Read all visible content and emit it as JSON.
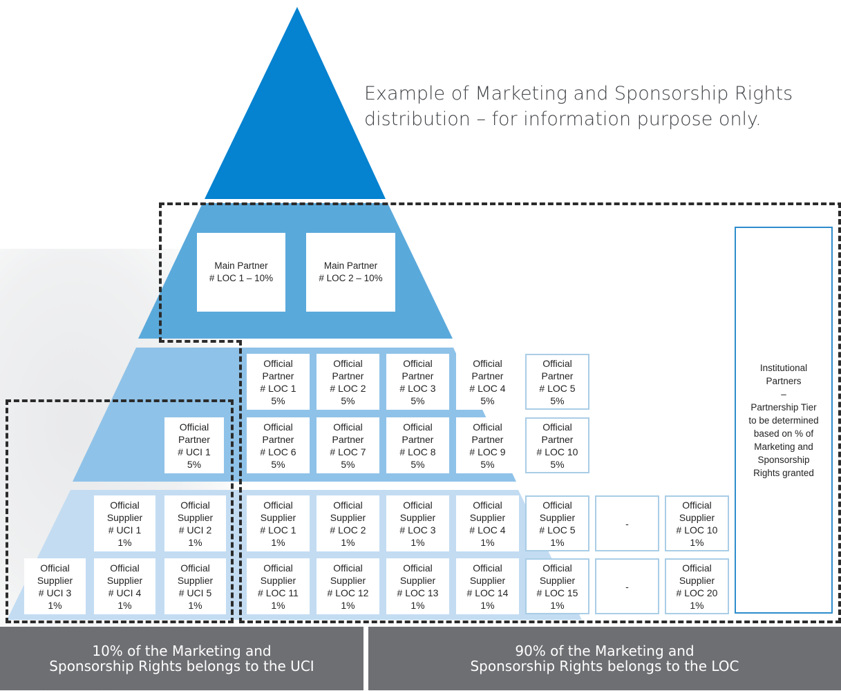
{
  "headline": {
    "line1": "Example of Marketing and Sponsorship Rights",
    "line2": "distribution – for information purpose only."
  },
  "colors": {
    "tier_top": "#0582d0",
    "tier_main": "#5aa9db",
    "tier_official_partner": "#8fc2e8",
    "tier_supplier": "#c3dcf2",
    "box_outline": "#a9cde6",
    "institutional_border": "#2d8ccb",
    "dash": "#2b2b2b",
    "footer_bg": "#6e6f73"
  },
  "main_partners": [
    {
      "line1": "Main Partner",
      "line2": "# LOC 1 – 10%"
    },
    {
      "line1": "Main Partner",
      "line2": "# LOC 2 – 10%"
    }
  ],
  "official_partner_uci": [
    {
      "line1": "Official",
      "line2": "Partner",
      "line3": "# UCI 1",
      "line4": "5%"
    }
  ],
  "official_partners_loc": [
    {
      "line1": "Official",
      "line2": "Partner",
      "line3": "# LOC 1",
      "line4": "5%"
    },
    {
      "line1": "Official",
      "line2": "Partner",
      "line3": "# LOC 2",
      "line4": "5%"
    },
    {
      "line1": "Official",
      "line2": "Partner",
      "line3": "# LOC 3",
      "line4": "5%"
    },
    {
      "line1": "Official",
      "line2": "Partner",
      "line3": "# LOC 4",
      "line4": "5%"
    },
    {
      "line1": "Official",
      "line2": "Partner",
      "line3": "# LOC 5",
      "line4": "5%"
    },
    {
      "line1": "Official",
      "line2": "Partner",
      "line3": "# LOC 6",
      "line4": "5%"
    },
    {
      "line1": "Official",
      "line2": "Partner",
      "line3": "# LOC 7",
      "line4": "5%"
    },
    {
      "line1": "Official",
      "line2": "Partner",
      "line3": "# LOC 8",
      "line4": "5%"
    },
    {
      "line1": "Official",
      "line2": "Partner",
      "line3": "# LOC 9",
      "line4": "5%"
    },
    {
      "line1": "Official",
      "line2": "Partner",
      "line3": "# LOC 10",
      "line4": "5%"
    }
  ],
  "suppliers_uci": [
    {
      "line1": "Official",
      "line2": "Supplier",
      "line3": "# UCI 1",
      "line4": "1%"
    },
    {
      "line1": "Official",
      "line2": "Supplier",
      "line3": "# UCI 2",
      "line4": "1%"
    },
    {
      "line1": "Official",
      "line2": "Supplier",
      "line3": "# UCI 3",
      "line4": "1%"
    },
    {
      "line1": "Official",
      "line2": "Supplier",
      "line3": "# UCI 4",
      "line4": "1%"
    },
    {
      "line1": "Official",
      "line2": "Supplier",
      "line3": "# UCI 5",
      "line4": "1%"
    }
  ],
  "suppliers_loc": [
    {
      "line1": "Official",
      "line2": "Supplier",
      "line3": "# LOC 1",
      "line4": "1%"
    },
    {
      "line1": "Official",
      "line2": "Supplier",
      "line3": "# LOC 2",
      "line4": "1%"
    },
    {
      "line1": "Official",
      "line2": "Supplier",
      "line3": "# LOC 3",
      "line4": "1%"
    },
    {
      "line1": "Official",
      "line2": "Supplier",
      "line3": "# LOC 4",
      "line4": "1%"
    },
    {
      "line1": "Official",
      "line2": "Supplier",
      "line3": "# LOC 5",
      "line4": "1%"
    },
    {
      "line1": "-"
    },
    {
      "line1": "Official",
      "line2": "Supplier",
      "line3": "# LOC 10",
      "line4": "1%"
    },
    {
      "line1": "Official",
      "line2": "Supplier",
      "line3": "# LOC 11",
      "line4": "1%"
    },
    {
      "line1": "Official",
      "line2": "Supplier",
      "line3": "# LOC 12",
      "line4": "1%"
    },
    {
      "line1": "Official",
      "line2": "Supplier",
      "line3": "# LOC 13",
      "line4": "1%"
    },
    {
      "line1": "Official",
      "line2": "Supplier",
      "line3": "# LOC 14",
      "line4": "1%"
    },
    {
      "line1": "Official",
      "line2": "Supplier",
      "line3": "# LOC 15",
      "line4": "1%"
    },
    {
      "line1": "-"
    },
    {
      "line1": "Official",
      "line2": "Supplier",
      "line3": "# LOC 20",
      "line4": "1%"
    }
  ],
  "institutional": {
    "line1": "Institutional",
    "line2": "Partners",
    "line3": "–",
    "line4": "Partnership Tier",
    "line5": "to be determined",
    "line6": "based on % of",
    "line7": "Marketing and",
    "line8": "Sponsorship",
    "line9": "Rights granted"
  },
  "footer": {
    "uci": {
      "line1": "10% of the Marketing and",
      "line2": "Sponsorship Rights belongs to the UCI"
    },
    "loc": {
      "line1": "90% of the Marketing and",
      "line2": "Sponsorship Rights belongs to the LOC"
    }
  }
}
